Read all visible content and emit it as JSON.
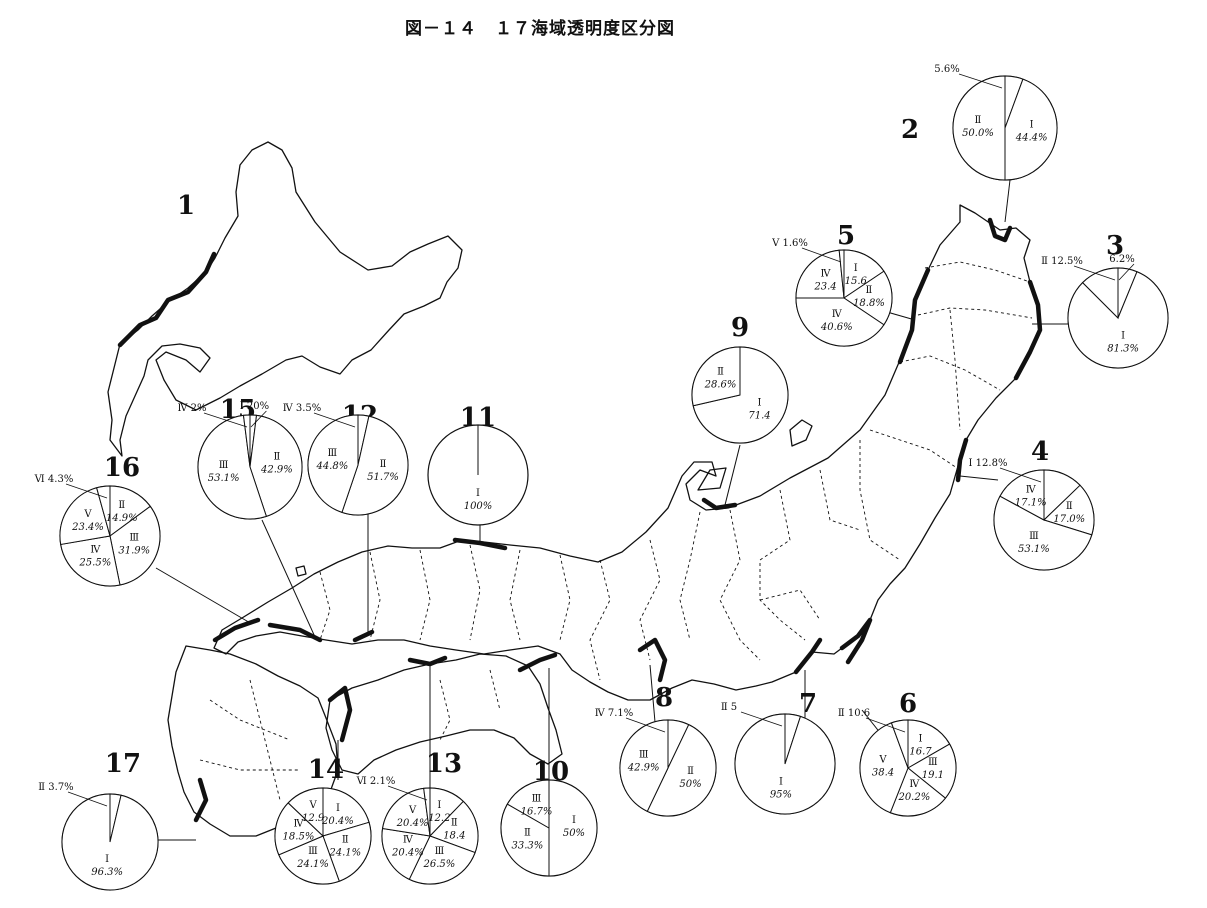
{
  "title": "図－１４　１７海域透明度区分図",
  "regions": [
    {
      "id": "1",
      "segments": []
    },
    {
      "id": "2",
      "segments": [
        {
          "cls": "III",
          "value": 5.6
        },
        {
          "cls": "I",
          "value": 44.4
        },
        {
          "cls": "II",
          "value": 50.0
        }
      ],
      "labels": [
        {
          "cls": "I",
          "text": "44.4%"
        },
        {
          "cls": "II",
          "text": "50.0%"
        }
      ],
      "callouts": [
        {
          "text": "5.6%"
        }
      ]
    },
    {
      "id": "3",
      "segments": [
        {
          "cls": "II",
          "value": 6.2
        },
        {
          "cls": "I",
          "value": 81.3
        },
        {
          "cls": "II",
          "value": 12.5
        }
      ],
      "labels": [
        {
          "cls": "I",
          "text": "81.3%"
        }
      ],
      "callouts": [
        {
          "cls": "II",
          "text": "12.5%"
        },
        {
          "text": "6.2%"
        }
      ]
    },
    {
      "id": "4",
      "segments": [
        {
          "cls": "I",
          "value": 12.8
        },
        {
          "cls": "II",
          "value": 17.0
        },
        {
          "cls": "III",
          "value": 53.1
        },
        {
          "cls": "IV",
          "value": 17.1
        }
      ],
      "labels": [
        {
          "cls": "II",
          "text": "17.0%"
        },
        {
          "cls": "III",
          "text": "53.1%"
        },
        {
          "cls": "IV",
          "text": "17.1%"
        }
      ],
      "callouts": [
        {
          "cls": "I",
          "text": "12.8%"
        }
      ]
    },
    {
      "id": "5",
      "segments": [
        {
          "cls": "I",
          "value": 15.6
        },
        {
          "cls": "II",
          "value": 18.8
        },
        {
          "cls": "IV",
          "value": 40.6
        },
        {
          "cls": "IV",
          "value": 23.4
        },
        {
          "cls": "V",
          "value": 1.6
        }
      ],
      "labels": [
        {
          "cls": "I",
          "text": "15.6"
        },
        {
          "cls": "II",
          "text": "18.8%"
        },
        {
          "cls": "IV",
          "text": "40.6%"
        },
        {
          "cls": "IV",
          "text": "23.4"
        }
      ],
      "callouts": [
        {
          "cls": "V",
          "text": "1.6%"
        }
      ]
    },
    {
      "id": "6",
      "segments": [
        {
          "cls": "I",
          "value": 16.7
        },
        {
          "cls": "III",
          "value": 19.1
        },
        {
          "cls": "IV",
          "value": 20.2
        },
        {
          "cls": "V",
          "value": 38.4
        },
        {
          "cls": "II",
          "value": 5.6
        }
      ],
      "labels": [
        {
          "cls": "I",
          "text": "16.7"
        },
        {
          "cls": "III",
          "text": "19.1"
        },
        {
          "cls": "IV",
          "text": "20.2%"
        },
        {
          "cls": "V",
          "text": "38.4"
        }
      ],
      "callouts": [
        {
          "cls": "II",
          "text": "10.6"
        }
      ]
    },
    {
      "id": "7",
      "segments": [
        {
          "cls": "II",
          "value": 5
        },
        {
          "cls": "I",
          "value": 95
        }
      ],
      "labels": [
        {
          "cls": "I",
          "text": "95%"
        }
      ],
      "callouts": [
        {
          "cls": "II",
          "text": "5"
        }
      ]
    },
    {
      "id": "8",
      "segments": [
        {
          "cls": "IV",
          "value": 7.1
        },
        {
          "cls": "II",
          "value": 50
        },
        {
          "cls": "III",
          "value": 42.9
        }
      ],
      "labels": [
        {
          "cls": "II",
          "text": "50%"
        },
        {
          "cls": "III",
          "text": "42.9%"
        }
      ],
      "callouts": [
        {
          "cls": "IV",
          "text": "7.1%"
        }
      ]
    },
    {
      "id": "9",
      "segments": [
        {
          "cls": "I",
          "value": 71.4
        },
        {
          "cls": "II",
          "value": 28.6
        }
      ],
      "labels": [
        {
          "cls": "I",
          "text": "71.4"
        },
        {
          "cls": "II",
          "text": "28.6%"
        }
      ]
    },
    {
      "id": "10",
      "segments": [
        {
          "cls": "I",
          "value": 50
        },
        {
          "cls": "II",
          "value": 33.3
        },
        {
          "cls": "III",
          "value": 16.7
        }
      ],
      "labels": [
        {
          "cls": "I",
          "text": "50%"
        },
        {
          "cls": "II",
          "text": "33.3%"
        },
        {
          "cls": "III",
          "text": "16.7%"
        }
      ]
    },
    {
      "id": "11",
      "segments": [
        {
          "cls": "I",
          "value": 100
        }
      ],
      "labels": [
        {
          "cls": "I",
          "text": "100%"
        }
      ]
    },
    {
      "id": "12",
      "segments": [
        {
          "cls": "IV",
          "value": 3.5
        },
        {
          "cls": "II",
          "value": 51.7
        },
        {
          "cls": "III",
          "value": 44.8
        }
      ],
      "labels": [
        {
          "cls": "II",
          "text": "51.7%"
        },
        {
          "cls": "III",
          "text": "44.8%"
        }
      ],
      "callouts": [
        {
          "cls": "IV",
          "text": "3.5%"
        }
      ]
    },
    {
      "id": "13",
      "segments": [
        {
          "cls": "I",
          "value": 12.2
        },
        {
          "cls": "II",
          "value": 18.4
        },
        {
          "cls": "III",
          "value": 26.5
        },
        {
          "cls": "IV",
          "value": 20.4
        },
        {
          "cls": "V",
          "value": 20.4
        },
        {
          "cls": "VI",
          "value": 2.1
        }
      ],
      "labels": [
        {
          "cls": "I",
          "text": "12.2"
        },
        {
          "cls": "II",
          "text": "18.4"
        },
        {
          "cls": "III",
          "text": "26.5%"
        },
        {
          "cls": "IV",
          "text": "20.4%"
        },
        {
          "cls": "V",
          "text": "20.4%"
        }
      ],
      "callouts": [
        {
          "cls": "VI",
          "text": "2.1%"
        }
      ]
    },
    {
      "id": "14",
      "segments": [
        {
          "cls": "I",
          "value": 20.4
        },
        {
          "cls": "II",
          "value": 24.1
        },
        {
          "cls": "III",
          "value": 24.1
        },
        {
          "cls": "IV",
          "value": 18.5
        },
        {
          "cls": "V",
          "value": 12.9
        }
      ],
      "labels": [
        {
          "cls": "I",
          "text": "20.4%"
        },
        {
          "cls": "II",
          "text": "24.1%"
        },
        {
          "cls": "III",
          "text": "24.1%"
        },
        {
          "cls": "IV",
          "text": "18.5%"
        },
        {
          "cls": "V",
          "text": "12.9"
        }
      ]
    },
    {
      "id": "15",
      "segments": [
        {
          "cls": "I",
          "value": 2.0
        },
        {
          "cls": "II",
          "value": 42.9
        },
        {
          "cls": "III",
          "value": 53.1
        },
        {
          "cls": "IV",
          "value": 2.0
        }
      ],
      "labels": [
        {
          "cls": "II",
          "text": "42.9%"
        },
        {
          "cls": "III",
          "text": "53.1%"
        }
      ],
      "callouts": [
        {
          "cls": "IV",
          "text": "2%"
        },
        {
          "cls": "I",
          "text": "20%"
        }
      ]
    },
    {
      "id": "16",
      "segments": [
        {
          "cls": "II",
          "value": 14.9
        },
        {
          "cls": "III",
          "value": 31.9
        },
        {
          "cls": "IV",
          "value": 25.5
        },
        {
          "cls": "V",
          "value": 23.4
        },
        {
          "cls": "VI",
          "value": 4.3
        }
      ],
      "labels": [
        {
          "cls": "II",
          "text": "14.9%"
        },
        {
          "cls": "III",
          "text": "31.9%"
        },
        {
          "cls": "IV",
          "text": "25.5%"
        },
        {
          "cls": "V",
          "text": "23.4%"
        }
      ],
      "callouts": [
        {
          "cls": "VI",
          "text": "4.3%"
        }
      ]
    },
    {
      "id": "17",
      "segments": [
        {
          "cls": "II",
          "value": 3.7
        },
        {
          "cls": "I",
          "value": 96.3
        }
      ],
      "labels": [
        {
          "cls": "I",
          "text": "96.3%"
        }
      ],
      "callouts": [
        {
          "cls": "II",
          "text": "3.7%"
        }
      ]
    }
  ],
  "colors": {
    "ink": "#111111",
    "background": "#ffffff"
  }
}
